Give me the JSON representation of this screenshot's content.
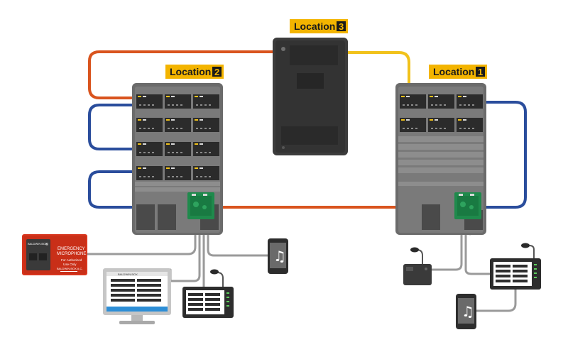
{
  "locations": [
    {
      "label": "Location",
      "number": "3"
    },
    {
      "label": "Location",
      "number": "2"
    },
    {
      "label": "Location",
      "number": "1"
    }
  ],
  "emergency_panel": {
    "brand": "BALDWIN BOX",
    "line1": "EMERGENCY",
    "line2": "MICROPHONE",
    "line3": "For Authorized",
    "line4": "Use Only",
    "footer": "BALDWIN BOX A.C."
  },
  "monitor": {
    "brand": "BALDWIN BOX"
  },
  "colors": {
    "orange_link": "#d9541e",
    "blue_link": "#2a4d9c",
    "yellow_link": "#f1c21b",
    "gray_link": "#9a9a9a",
    "rack": "#6b6b6b",
    "label_bg": "#f3b400",
    "emergency_red": "#d8351d",
    "board_green": "#1f8a4c"
  },
  "icons": [
    "music-note-icon",
    "microphone-icon",
    "monitor-icon",
    "touch-panel-icon"
  ]
}
